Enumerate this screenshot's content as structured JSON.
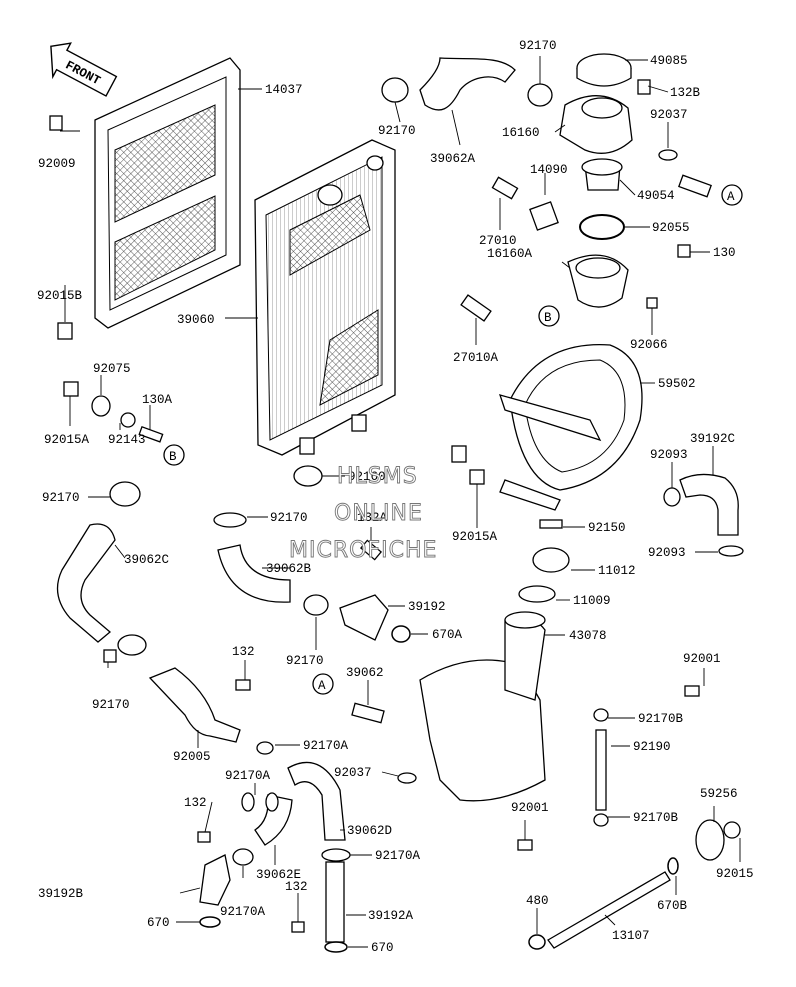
{
  "front_label": "FRONT",
  "watermark": [
    "HLSMS",
    "ONLINE",
    "MICROFICHE"
  ],
  "callouts": {
    "A": "A",
    "B": "B"
  },
  "parts": [
    {
      "id": "p14037",
      "num": "14037"
    },
    {
      "id": "p92009",
      "num": "92009"
    },
    {
      "id": "p92015B",
      "num": "92015B"
    },
    {
      "id": "p39060",
      "num": "39060"
    },
    {
      "id": "p92075",
      "num": "92075"
    },
    {
      "id": "p130A",
      "num": "130A"
    },
    {
      "id": "p92015A_l",
      "num": "92015A"
    },
    {
      "id": "p92143",
      "num": "92143"
    },
    {
      "id": "p92170_a",
      "num": "92170"
    },
    {
      "id": "p39062C",
      "num": "39062C"
    },
    {
      "id": "p92170_b",
      "num": "92170"
    },
    {
      "id": "p92170_top",
      "num": "92170"
    },
    {
      "id": "p92170_top2",
      "num": "92170"
    },
    {
      "id": "p39062A",
      "num": "39062A"
    },
    {
      "id": "p49085",
      "num": "49085"
    },
    {
      "id": "p132B",
      "num": "132B"
    },
    {
      "id": "p16160",
      "num": "16160"
    },
    {
      "id": "p92037_t",
      "num": "92037"
    },
    {
      "id": "p14090",
      "num": "14090"
    },
    {
      "id": "p49054",
      "num": "49054"
    },
    {
      "id": "p27010",
      "num": "27010"
    },
    {
      "id": "p92055",
      "num": "92055"
    },
    {
      "id": "p130",
      "num": "130"
    },
    {
      "id": "p16160A",
      "num": "16160A"
    },
    {
      "id": "p92066",
      "num": "92066"
    },
    {
      "id": "p27010A",
      "num": "27010A"
    },
    {
      "id": "p59502",
      "num": "59502"
    },
    {
      "id": "p39192C",
      "num": "39192C"
    },
    {
      "id": "p92093_a",
      "num": "92093"
    },
    {
      "id": "p92093_b",
      "num": "92093"
    },
    {
      "id": "p92160",
      "num": "92160"
    },
    {
      "id": "p92170_c",
      "num": "92170"
    },
    {
      "id": "p132A",
      "num": "132A"
    },
    {
      "id": "p92015A_c",
      "num": "92015A"
    },
    {
      "id": "p92150",
      "num": "92150"
    },
    {
      "id": "p39062B",
      "num": "39062B"
    },
    {
      "id": "p11012",
      "num": "11012"
    },
    {
      "id": "p11009",
      "num": "11009"
    },
    {
      "id": "p39192",
      "num": "39192"
    },
    {
      "id": "p670A",
      "num": "670A"
    },
    {
      "id": "p43078",
      "num": "43078"
    },
    {
      "id": "p92170_d",
      "num": "92170"
    },
    {
      "id": "p132_a",
      "num": "132"
    },
    {
      "id": "p39062",
      "num": "39062"
    },
    {
      "id": "p92001_a",
      "num": "92001"
    },
    {
      "id": "p92170B_a",
      "num": "92170B"
    },
    {
      "id": "p92005",
      "num": "92005"
    },
    {
      "id": "p92170A_a",
      "num": "92170A"
    },
    {
      "id": "p92190",
      "num": "92190"
    },
    {
      "id": "p92037_b",
      "num": "92037"
    },
    {
      "id": "p92170A_b",
      "num": "92170A"
    },
    {
      "id": "p132_b",
      "num": "132"
    },
    {
      "id": "p39062D",
      "num": "39062D"
    },
    {
      "id": "p92001_b",
      "num": "92001"
    },
    {
      "id": "p92170B_b",
      "num": "92170B"
    },
    {
      "id": "p59256",
      "num": "59256"
    },
    {
      "id": "p92170A_c",
      "num": "92170A"
    },
    {
      "id": "p39062E",
      "num": "39062E"
    },
    {
      "id": "p39192B",
      "num": "39192B"
    },
    {
      "id": "p92170A_d",
      "num": "92170A"
    },
    {
      "id": "p132_c",
      "num": "132"
    },
    {
      "id": "p92015",
      "num": "92015"
    },
    {
      "id": "p39192A",
      "num": "39192A"
    },
    {
      "id": "p670B",
      "num": "670B"
    },
    {
      "id": "p670_a",
      "num": "670"
    },
    {
      "id": "p670_b",
      "num": "670"
    },
    {
      "id": "p480",
      "num": "480"
    },
    {
      "id": "p13107",
      "num": "13107"
    }
  ]
}
